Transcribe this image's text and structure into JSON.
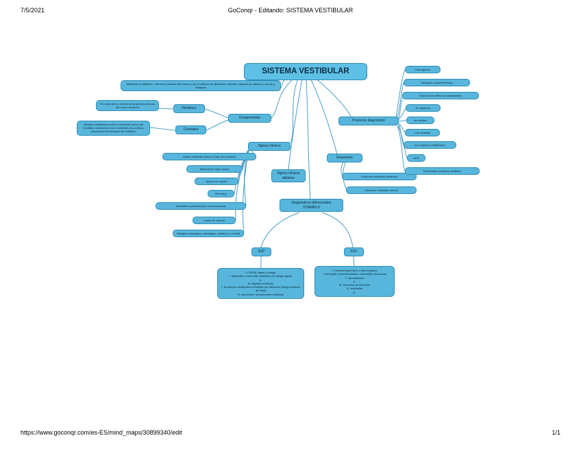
{
  "page": {
    "date": "7/5/2021",
    "title": "GoConqr - Editando: SISTEMA VESTIBULAR",
    "url": "https://www.goconqr.com/es-ES/mind_maps/30899340/edit",
    "page_number": "1/1"
  },
  "colors": {
    "node_fill": "#58b6dc",
    "node_border": "#2e8cb6",
    "connector": "#3f98c2",
    "node_text": "#08222f"
  },
  "mindmap": {
    "root": "SISTEMA VESTIBULAR",
    "descripcion": "Mantiene el equilibrio / orienta la posición del cuerpo y de la cabeza; su alteración: marcha, posición de cabeza y cuerpo y nistagmo",
    "componentes": {
      "label": "Componentes",
      "periferico": "Periférico",
      "periferico_detalle": "En oído interno, dentro de la porción petrosa del hueso temporal",
      "centrales": "Centrales",
      "centrales_detalle": "Núcleos vestibulares sobre la base del tronco del encéfalo; conexiones con el cerebelo y la corteza; procesan la información del vestíbulo"
    },
    "signos": {
      "label": "Signos clínicos",
      "items": [
        "Ataxia vestibular (hacia el lado de la lesión)",
        "Estancia en base ancha",
        "Apoyo con ayuda",
        "Romberg",
        "Estrabismo posicional y/o neuromuscular",
        "Ladeo de cabeza",
        "Nistagmo: fisiológico, patológico, periférico o central"
      ]
    },
    "signos_distintos": "Signos clínicos distintos",
    "esquemas": {
      "label": "Esquemas",
      "items": [
        "Síndrome vestibular periférico",
        "Síndrome vestibular central"
      ]
    },
    "protocolo": {
      "label": "Protocolo diagnóstico",
      "items": [
        "Hemograma",
        "Nistagmo (características)",
        "Examen del reflejo de seguimiento",
        "El vestíbulo",
        "los otolitos",
        "Las sacadas",
        "los impulsos vestibulares",
        "ACP",
        "Potenciales evocados auditivos"
      ]
    },
    "diferenciales": {
      "label": "Diagnósticos diferenciales",
      "sublabel": "VITAMIN D",
      "svp": {
        "label": "SVP",
        "lines": [
          "V. VPPB: mareo y vértigo",
          "I. laberintitis o neuronitis vestibular con vértigo agudo",
          "A.",
          "M. Migraña vestibular",
          "I. Síndromes vestibulares inducidos por fármacos (vértigo postural del viejo)",
          "N. neurinoma / schwannoma vestibular"
        ]
      },
      "svc": {
        "label": "SVC",
        "lines": [
          "V. Infartos isquémicos o hemorrágicos",
          "I. meningitis, romboencefalitis o laberintitis infecciosas",
          "T. traumatismos",
          "A.",
          "M. Síndrome de Wernicke",
          "N. neoplasias",
          "D."
        ]
      }
    }
  }
}
